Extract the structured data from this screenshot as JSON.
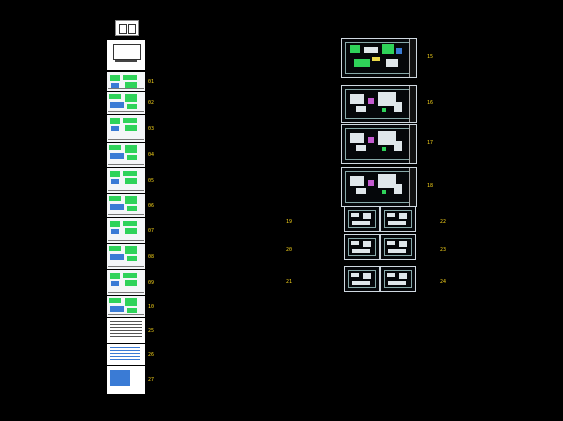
{
  "left_column": {
    "cover": {
      "title": "",
      "caption": ""
    },
    "rows": [
      {
        "label": "",
        "number": "01"
      },
      {
        "label": "",
        "number": "02"
      },
      {
        "label": "",
        "number": "03"
      },
      {
        "label": "",
        "number": "04"
      },
      {
        "label": "",
        "number": "05"
      },
      {
        "label": "",
        "number": "06"
      },
      {
        "label": "",
        "number": "07"
      },
      {
        "label": "",
        "number": "08"
      },
      {
        "label": "",
        "number": "09"
      },
      {
        "label": "",
        "number": "10"
      },
      {
        "label": "",
        "number": "25"
      },
      {
        "label": "",
        "number": "26"
      },
      {
        "label": "",
        "number": "27"
      }
    ]
  },
  "right_column": {
    "large": [
      {
        "label": "",
        "number": "15"
      },
      {
        "label": "",
        "number": "16"
      },
      {
        "label": "",
        "number": "17"
      },
      {
        "label": "",
        "number": "18"
      }
    ],
    "pairs": [
      {
        "left_label": "",
        "left_number": "19",
        "right_label": "",
        "right_number": "22"
      },
      {
        "left_label": "",
        "left_number": "20",
        "right_label": "",
        "right_number": "23"
      },
      {
        "left_label": "",
        "left_number": "21",
        "right_label": "",
        "right_number": "24"
      }
    ]
  },
  "colors": {
    "background": "#000000",
    "label": "#33bbee",
    "number": "#f5d21a"
  }
}
